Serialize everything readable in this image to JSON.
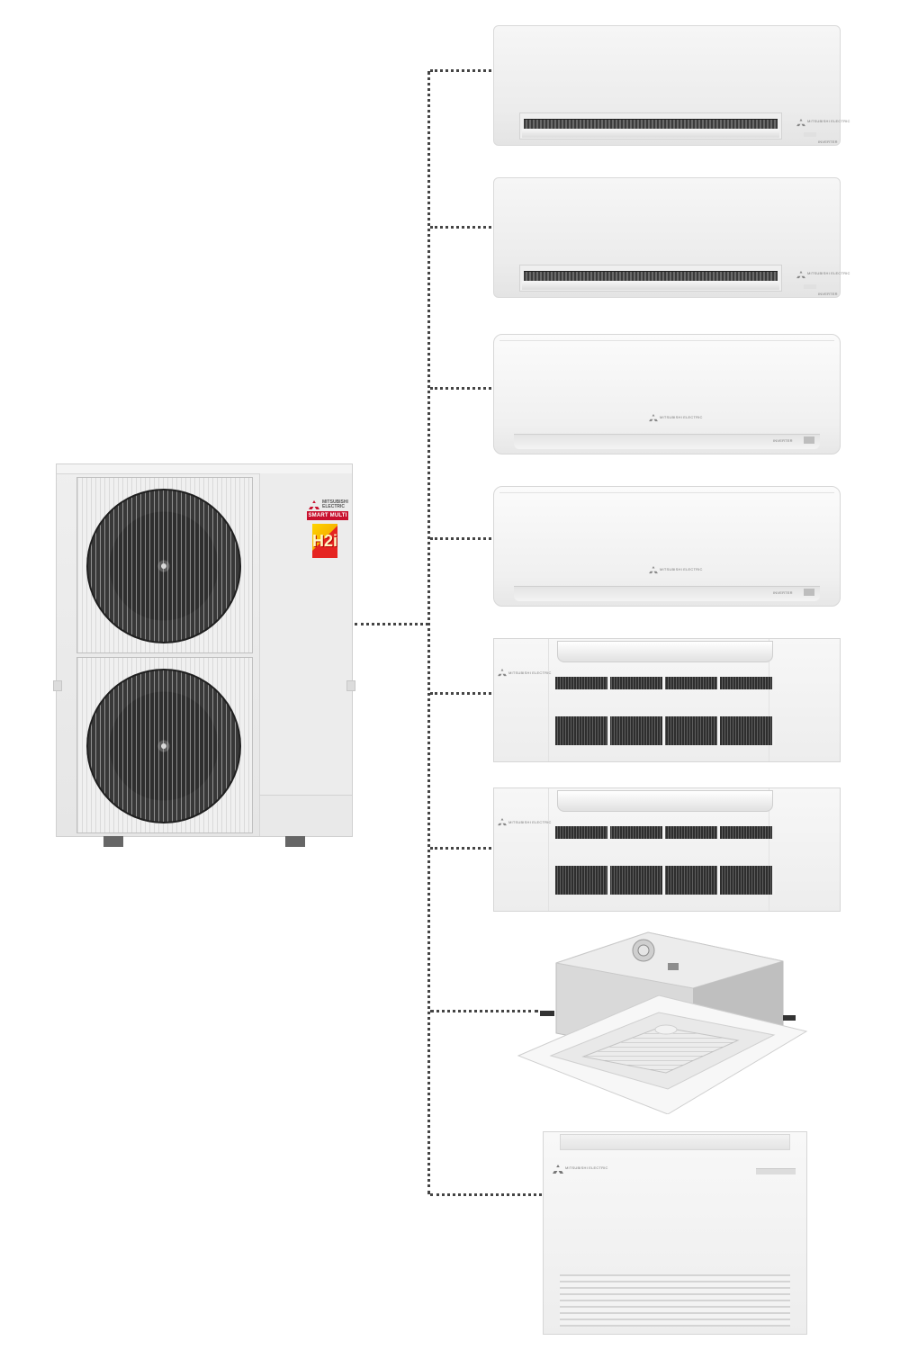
{
  "outdoor_unit": {
    "brand_line1": "MITSUBISHI",
    "brand_line2": "ELECTRIC",
    "badge": "SMART MULTI",
    "hi_badge": "H2i"
  },
  "indoor_units": [
    {
      "type": "wall-slim",
      "brand": "MITSUBISHI ELECTRIC",
      "tag": "INVERTER"
    },
    {
      "type": "wall-slim",
      "brand": "MITSUBISHI ELECTRIC",
      "tag": "INVERTER"
    },
    {
      "type": "wall-classic",
      "brand": "MITSUBISHI ELECTRIC",
      "tag": "INVERTER"
    },
    {
      "type": "wall-classic",
      "brand": "MITSUBISHI ELECTRIC",
      "tag": "INVERTER"
    },
    {
      "type": "ceiling-suspended",
      "brand": "MITSUBISHI ELECTRIC"
    },
    {
      "type": "ceiling-suspended",
      "brand": "MITSUBISHI ELECTRIC"
    },
    {
      "type": "ceiling-cassette"
    },
    {
      "type": "floor-console",
      "brand": "MITSUBISHI ELECTRIC"
    }
  ],
  "colors": {
    "connector": "#444444",
    "brand_red": "#c8102e",
    "unit_body": "#eeeeee"
  },
  "icons": [
    "mitsubishi-triangle-icon"
  ]
}
